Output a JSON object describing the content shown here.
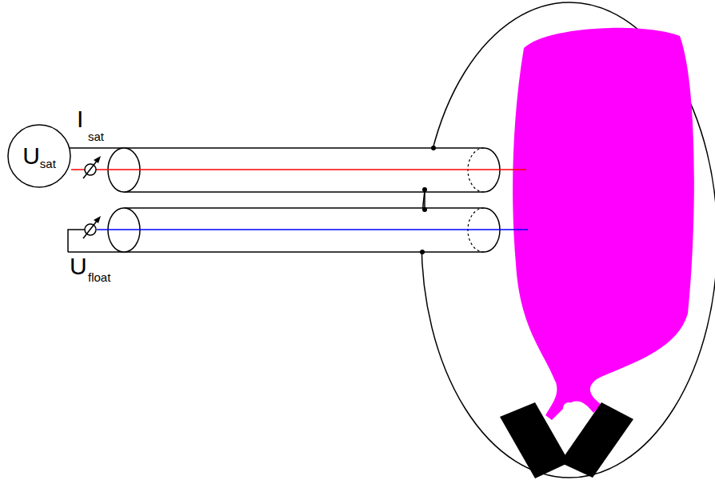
{
  "diagram": {
    "nodes": [
      {
        "text": [
          "U",
          "sat"
        ]
      }
    ],
    "labels": [
      "I",
      "sat",
      "U",
      "float"
    ]
  }
}
